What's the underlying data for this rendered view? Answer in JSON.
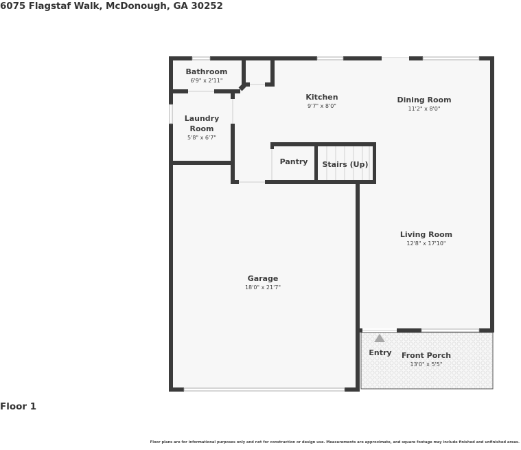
{
  "header": {
    "title": "6075 Flagstaf Walk, McDonough, GA 30252"
  },
  "floor": {
    "label": "Floor 1"
  },
  "footer": {
    "disclaimer": "Floor plans are for informational purposes only and not for construction or design use. Measurements are approximate, and square footage may include finished and unfinished areas."
  },
  "colors": {
    "wall": "#3b3b3b",
    "floor": "#f7f7f7",
    "porch_tile": "#e4e4e4"
  },
  "rooms": {
    "bathroom": {
      "name": "Bathroom",
      "dims": "6'9\" x 2'11\""
    },
    "laundry": {
      "name_line1": "Laundry",
      "name_line2": "Room",
      "dims": "5'8\" x 6'7\""
    },
    "kitchen": {
      "name": "Kitchen",
      "dims": "9'7\" x 8'0\""
    },
    "dining": {
      "name": "Dining Room",
      "dims": "11'2\" x 8'0\""
    },
    "pantry": {
      "name": "Pantry"
    },
    "stairs": {
      "name": "Stairs (Up)"
    },
    "living": {
      "name": "Living Room",
      "dims": "12'8\" x 17'10\""
    },
    "garage": {
      "name": "Garage",
      "dims": "18'0\" x 21'7\""
    },
    "entry": {
      "name": "Entry"
    },
    "porch": {
      "name": "Front Porch",
      "dims": "13'0\" x 5'5\""
    }
  }
}
